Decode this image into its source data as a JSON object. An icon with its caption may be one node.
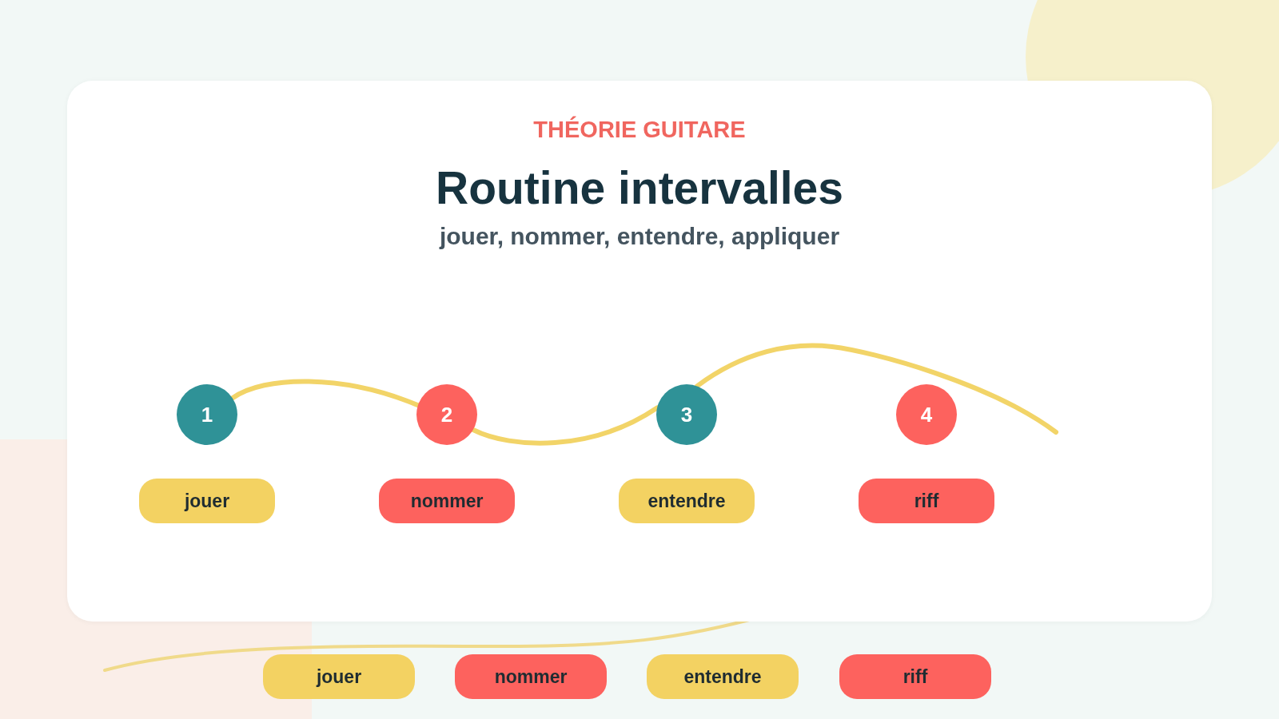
{
  "diagram": {
    "title": "Routine intervalles",
    "nodes": [
      {
        "text": [
          "1"
        ]
      },
      {
        "text": [
          "2"
        ]
      },
      {
        "text": [
          "3"
        ]
      },
      {
        "text": [
          "4"
        ]
      },
      {
        "text": [
          "jouer"
        ]
      },
      {
        "text": [
          "nommer"
        ]
      },
      {
        "text": [
          "entendre"
        ]
      },
      {
        "text": [
          "riff"
        ]
      },
      {
        "text": [
          "jouer"
        ]
      },
      {
        "text": [
          "nommer"
        ]
      },
      {
        "text": [
          "entendre"
        ]
      },
      {
        "text": [
          "riff"
        ]
      }
    ],
    "edges": [
      {
        "from": 0,
        "to": 1,
        "arrow": "none"
      },
      {
        "from": 1,
        "to": 2,
        "arrow": "none"
      },
      {
        "from": 2,
        "to": null,
        "arrow": "none"
      }
    ],
    "labels": [
      "THÉORIE GUITARE",
      "jouer, nommer, entendre, appliquer"
    ]
  }
}
